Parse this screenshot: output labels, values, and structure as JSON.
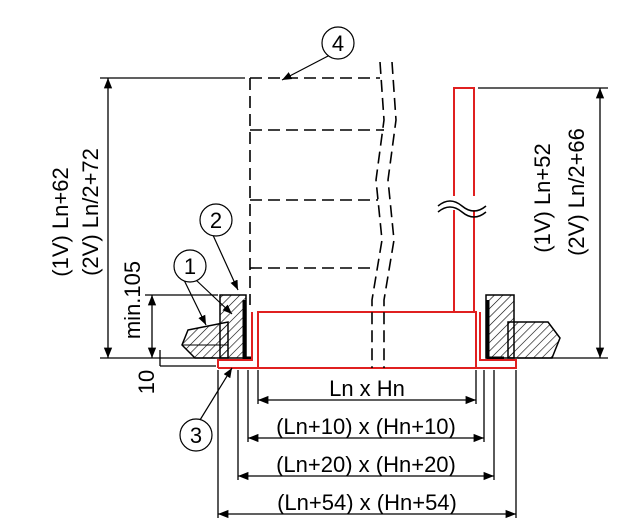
{
  "callouts": {
    "c1": "1",
    "c2": "2",
    "c3": "3",
    "c4": "4"
  },
  "dimensions": {
    "ln_hn": "Ln x Hn",
    "ln10_hn10": "(Ln+10) x (Hn+10)",
    "ln20_hn20": "(Ln+20) x (Hn+20)",
    "ln54_hn54": "(Ln+54) x (Hn+54)",
    "left_height_1v": "(1V) Ln+62",
    "left_height_2v": "(2V) Ln/2+72",
    "min_105": "min.105",
    "ten": "10",
    "right_height_1v": "(1V) Ln+52",
    "right_height_2v": "(2V) Ln/2+66"
  },
  "colors": {
    "ink": "#000000",
    "frame": "#e02020"
  }
}
